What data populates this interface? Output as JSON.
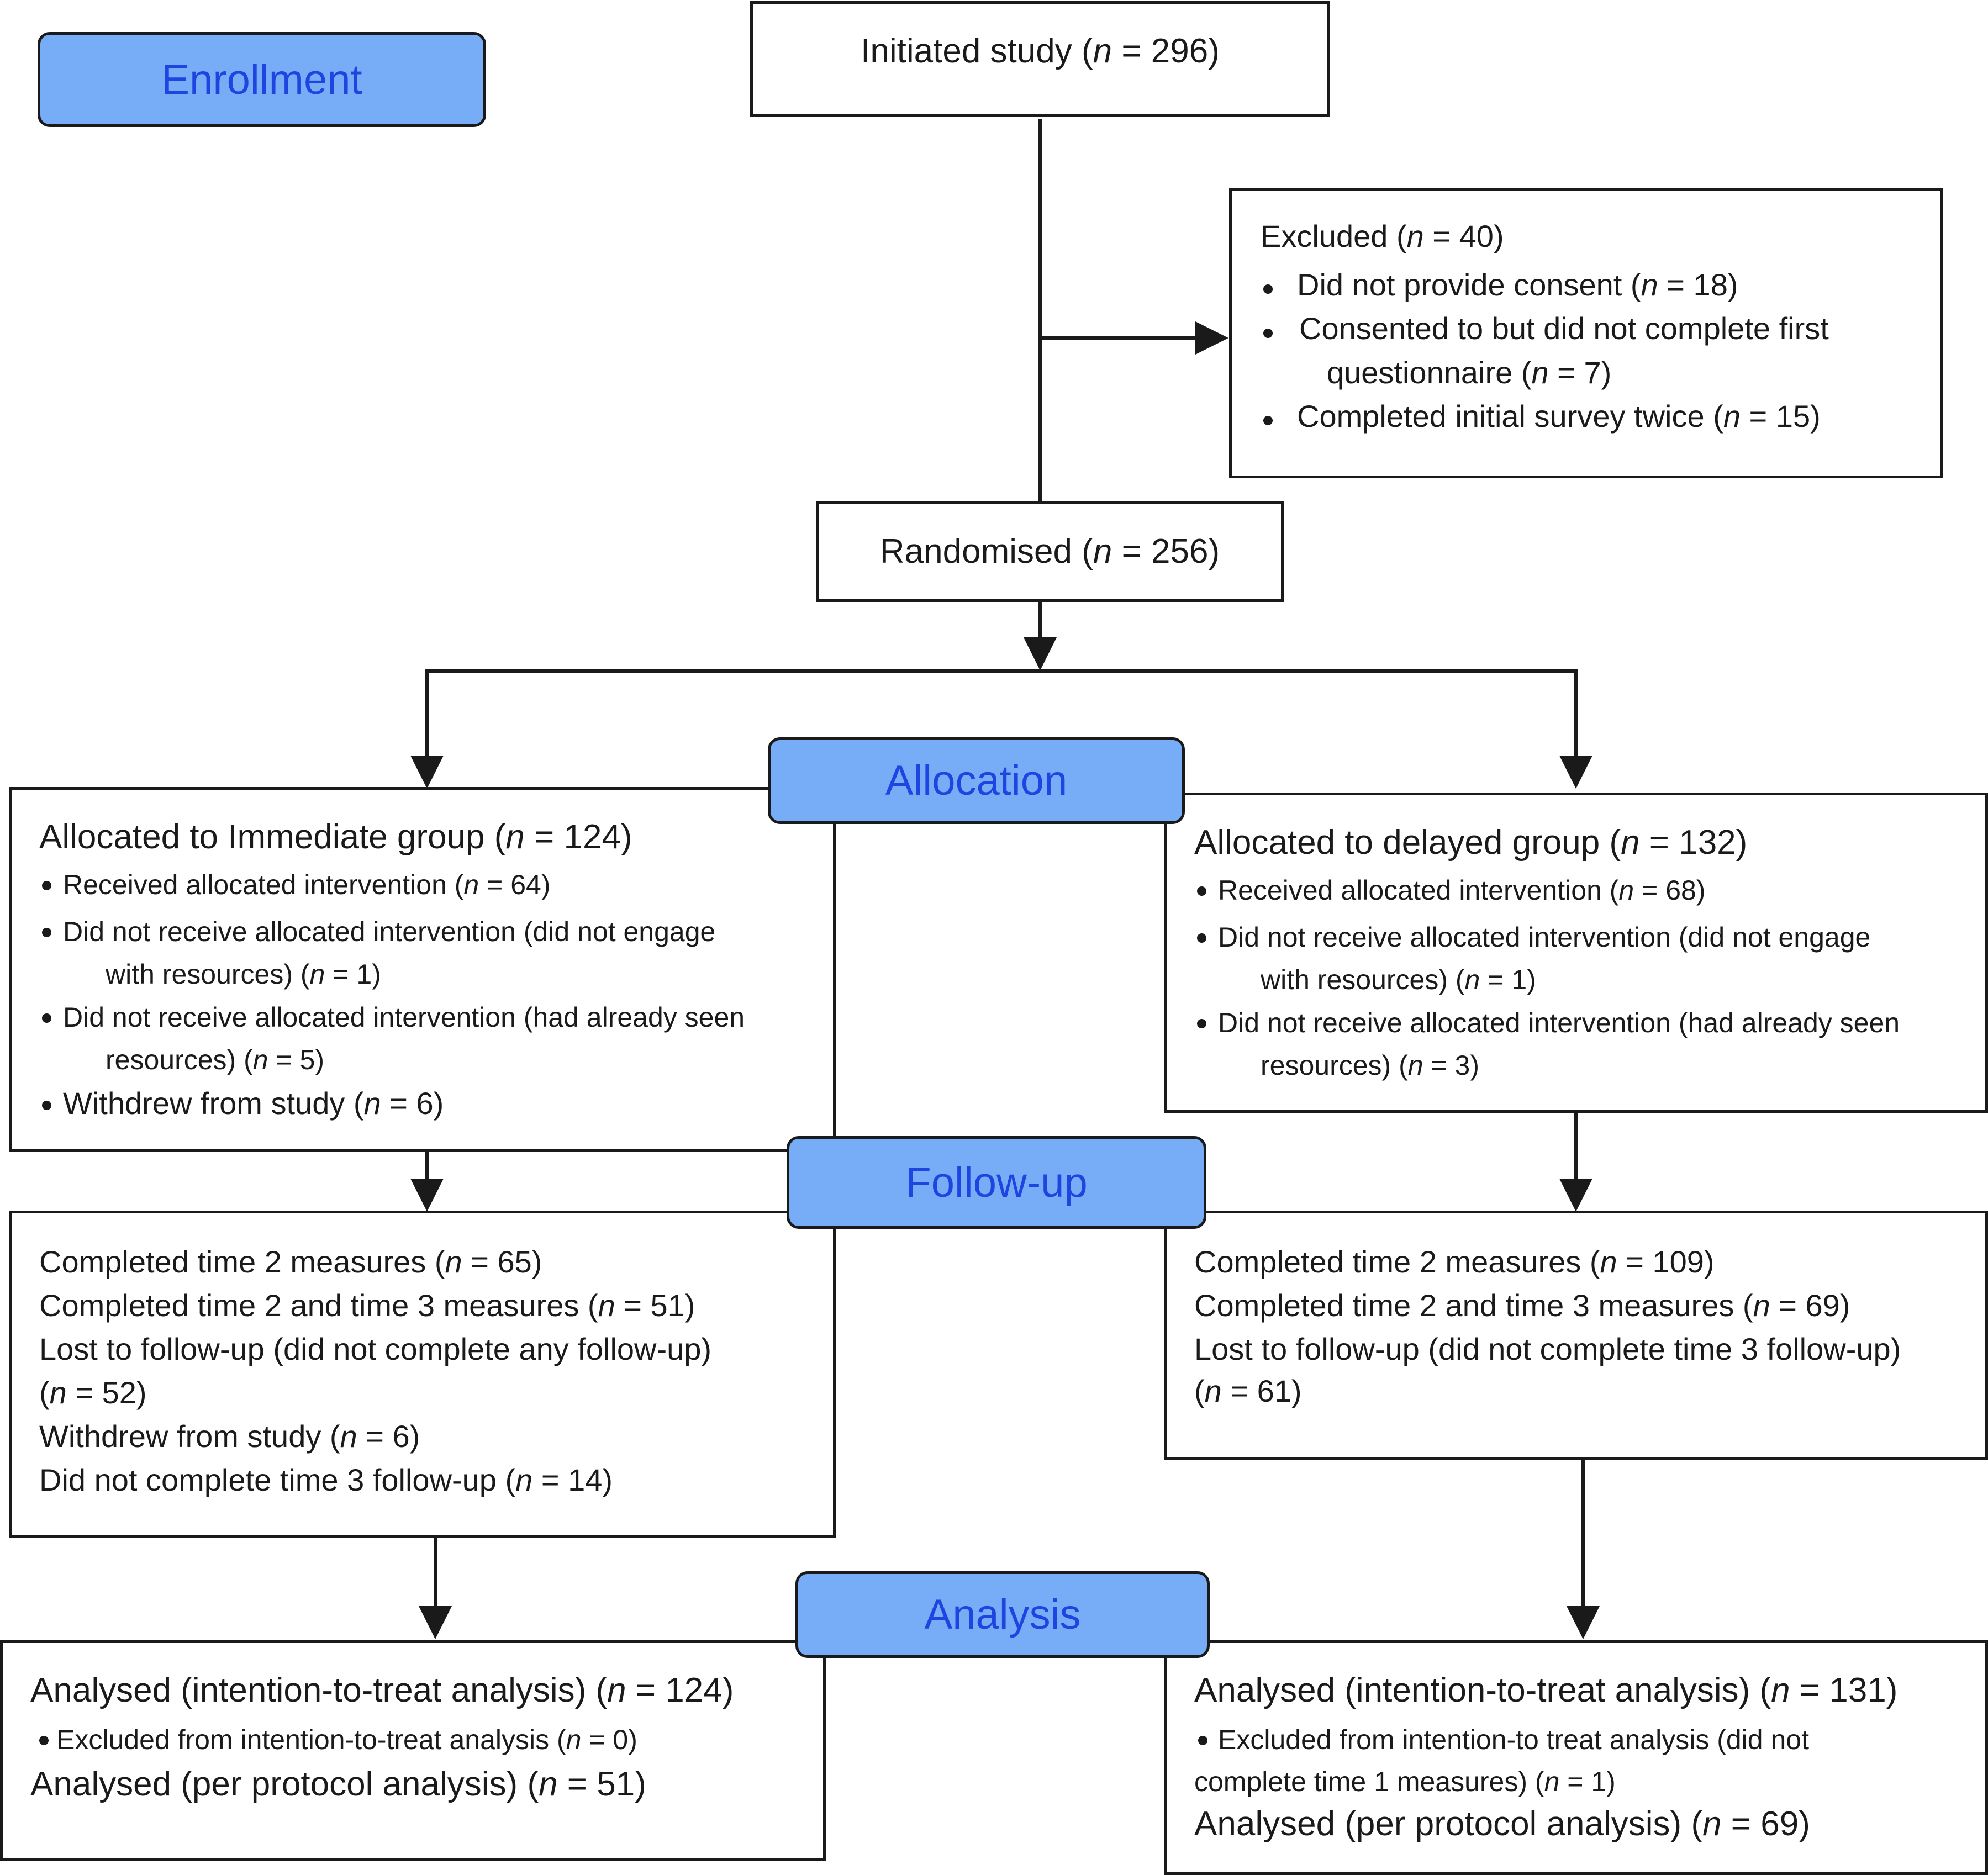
{
  "stages": {
    "enrollment": "Enrollment",
    "allocation": "Allocation",
    "follow_up": "Follow-up",
    "analysis": "Analysis"
  },
  "initiated": "Initiated study (n = 296)",
  "excluded": {
    "title": "Excluded (n = 40)",
    "items": [
      "Did not provide consent (n = 18)",
      "Consented to but did not complete first",
      "questionnaire (n = 7)",
      "Completed initial survey twice (n = 15)"
    ]
  },
  "randomised": "Randomised (n = 256)",
  "immediate": {
    "title": "Allocated to Immediate group (n = 124)",
    "lines": [
      "Received allocated intervention (n = 64)",
      "Did not receive allocated intervention (did not engage",
      "with resources) (n = 1)",
      "Did not receive allocated intervention (had already seen",
      "resources) (n = 5)",
      "Withdrew from study (n = 6)"
    ]
  },
  "delayed": {
    "title": "Allocated to delayed group (n = 132)",
    "lines": [
      "Received allocated intervention (n =  68)",
      "Did not receive allocated intervention (did not engage",
      "with resources) (n = 1)",
      "Did not receive allocated intervention (had already seen",
      "resources) (n = 3)"
    ]
  },
  "followup_immediate": [
    "Completed time 2 measures (n = 65)",
    "Completed time 2 and time 3 measures (n = 51)",
    "Lost to follow-up (did not complete any follow-up)",
    "(n = 52)",
    "Withdrew from study (n = 6)",
    "Did not complete time 3 follow-up (n = 14)"
  ],
  "followup_delayed": [
    "Completed time 2 measures (n = 109)",
    "Completed time 2 and time 3 measures (n = 69)",
    "Lost to follow-up (did not complete time 3 follow-up)",
    "(n = 61)"
  ],
  "analysis_immediate": {
    "itt": "Analysed (intention-to-treat analysis) (n = 124)",
    "excluded": "Excluded from intention-to-treat analysis (n = 0)",
    "pp": "Analysed (per protocol analysis) (n = 51)"
  },
  "analysis_delayed": {
    "itt": "Analysed (intention-to-treat analysis) (n = 131)",
    "excluded_1": "Excluded from intention-to treat analysis (did not",
    "excluded_2": "complete time 1 measures) (n = 1)",
    "pp": "Analysed (per protocol analysis) (n = 69)"
  }
}
